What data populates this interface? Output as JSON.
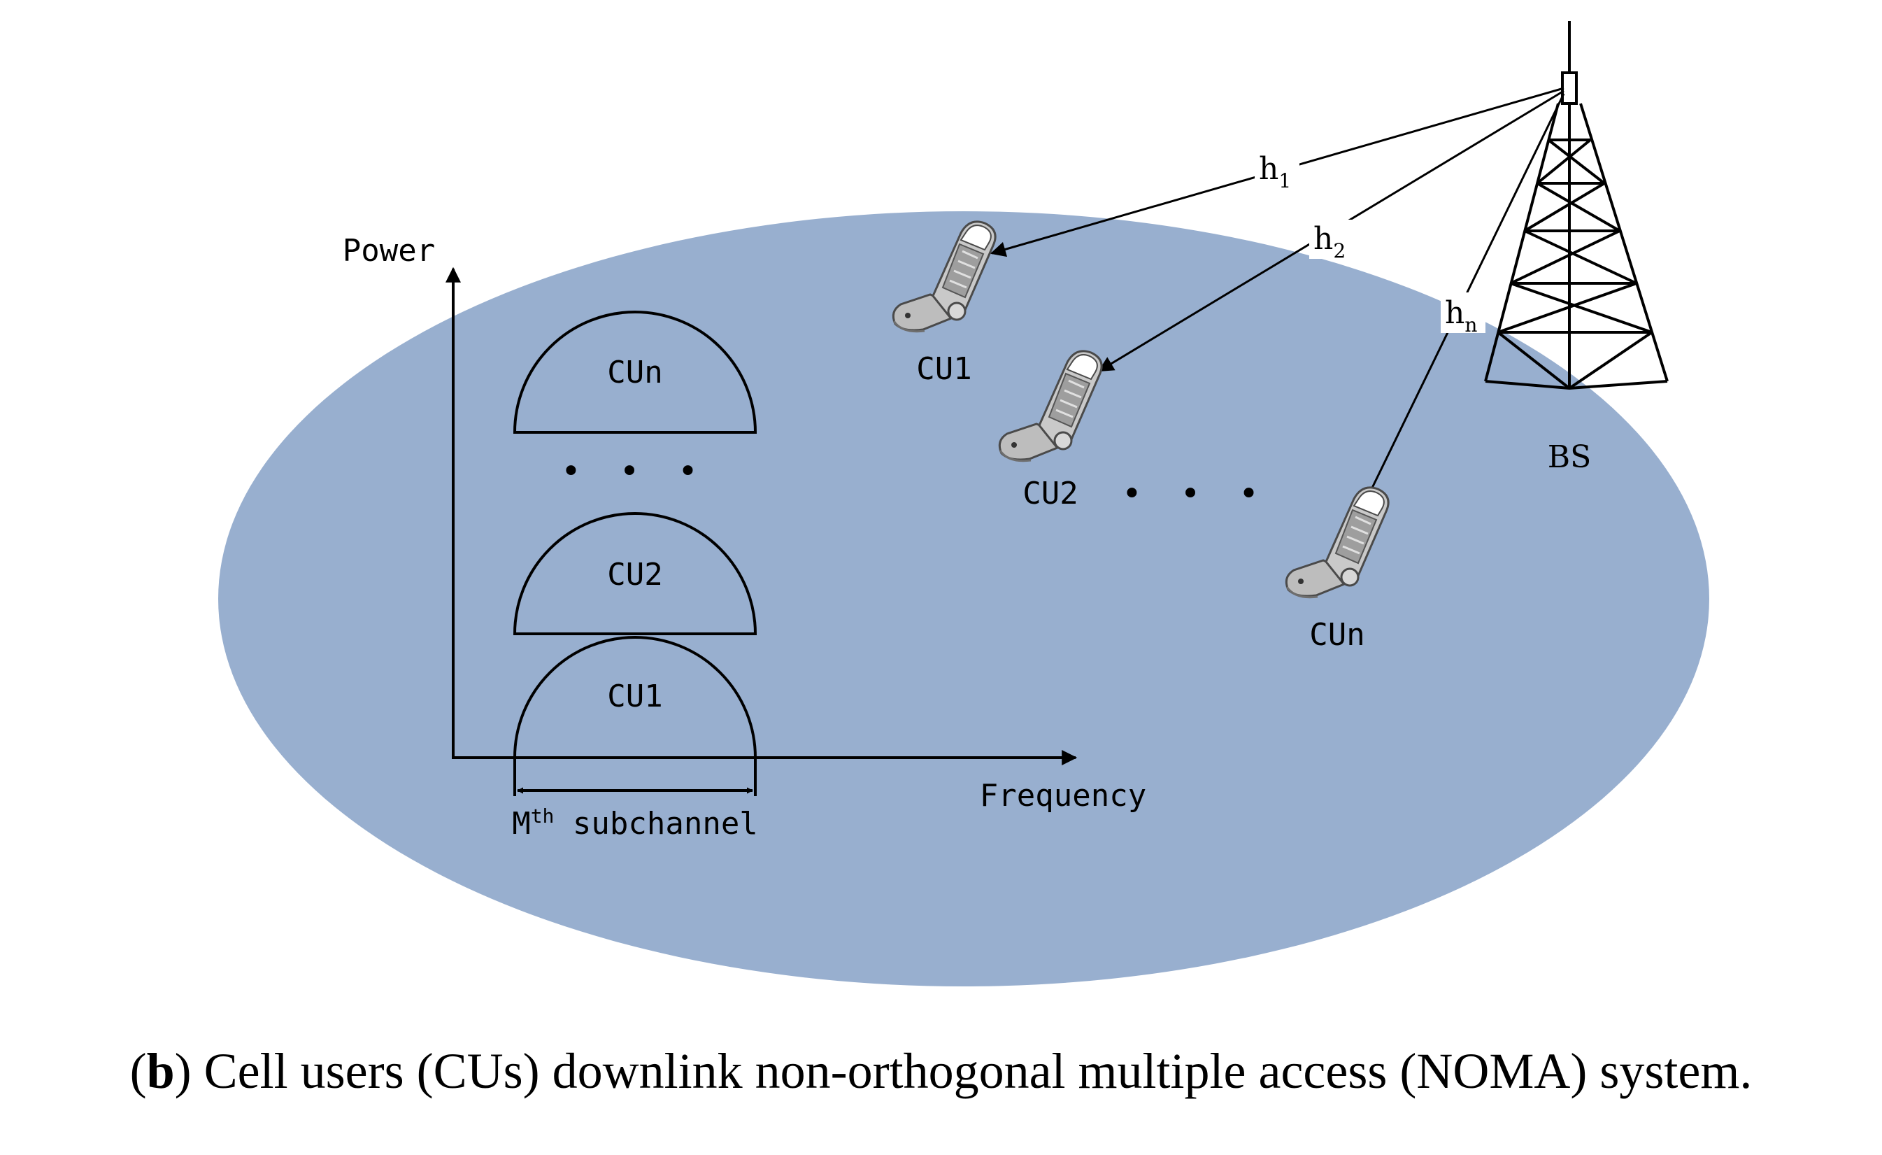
{
  "axes": {
    "y_label": "Power",
    "x_label": "Frequency"
  },
  "power_domain": {
    "levels": [
      "CU1",
      "CU2",
      "CUn"
    ],
    "ellipsis": "• • •",
    "subchannel_label_main": "M",
    "subchannel_label_sup": "th",
    "subchannel_label_rest": " subchannel"
  },
  "users": [
    {
      "label": "CU1",
      "channel_base": "h",
      "channel_sub": "1"
    },
    {
      "label": "CU2",
      "channel_base": "h",
      "channel_sub": "2"
    },
    {
      "label": "CUn",
      "channel_base": "h",
      "channel_sub": "n"
    }
  ],
  "users_ellipsis": "• • •",
  "base_station": {
    "label": "BS"
  },
  "caption": {
    "letter": "b",
    "text": "Cell users (CUs) downlink non-orthogonal multiple access (NOMA) system."
  },
  "colors": {
    "cell": "#98afcf",
    "stroke": "#000000",
    "phone_body": "#c8c8c8",
    "phone_dark": "#8c8c8c"
  }
}
